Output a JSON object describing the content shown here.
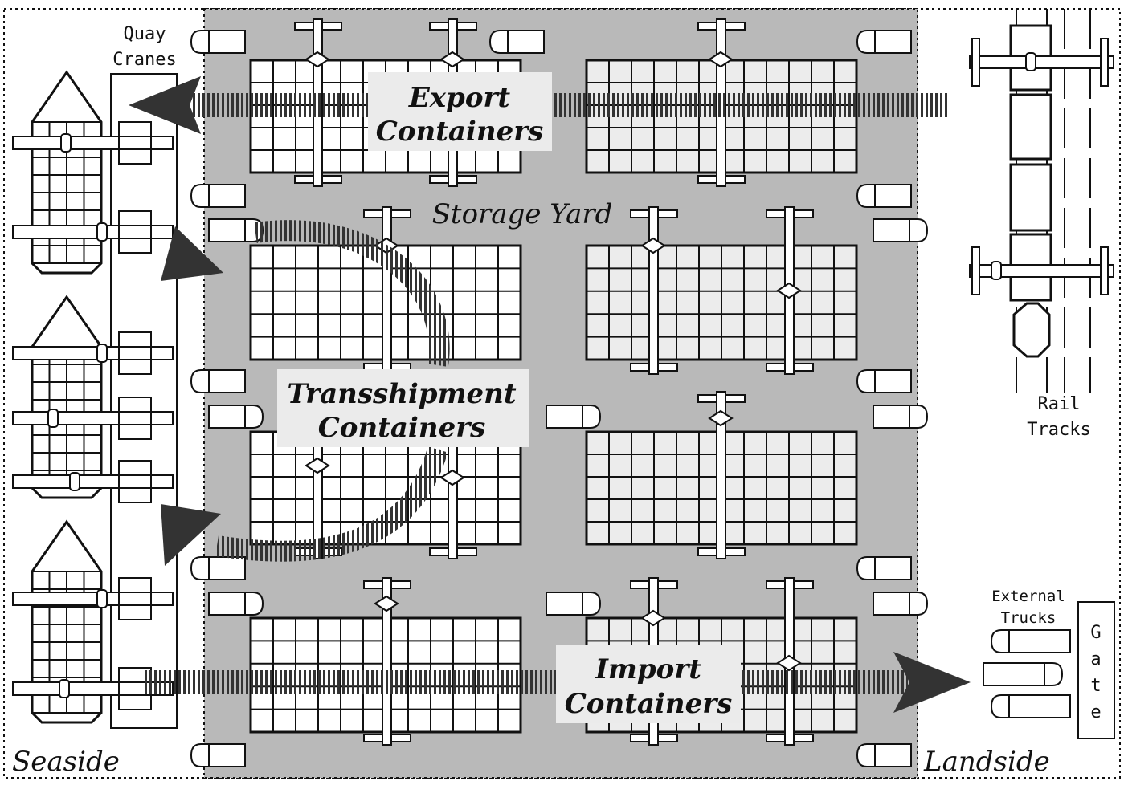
{
  "labels": {
    "quay_cranes_1": "Quay",
    "quay_cranes_2": "Cranes",
    "storage_yard": "Storage Yard",
    "rail_tracks_1": "Rail",
    "rail_tracks_2": "Tracks",
    "external_trucks_1": "External",
    "external_trucks_2": "Trucks",
    "gate_letters": [
      "G",
      "a",
      "t",
      "e"
    ],
    "seaside": "Seaside",
    "landside": "Landside"
  },
  "flows": {
    "export_1": "Export",
    "export_2": "Containers",
    "transshipment_1": "Transshipment",
    "transshipment_2": "Containers",
    "import_1": "Import",
    "import_2": "Containers"
  },
  "colors": {
    "yard_fill": "#b9b9b9",
    "block_white": "#ffffff",
    "block_light": "#ececec",
    "arrow": "#333333",
    "label_box": "#ebebeb"
  }
}
